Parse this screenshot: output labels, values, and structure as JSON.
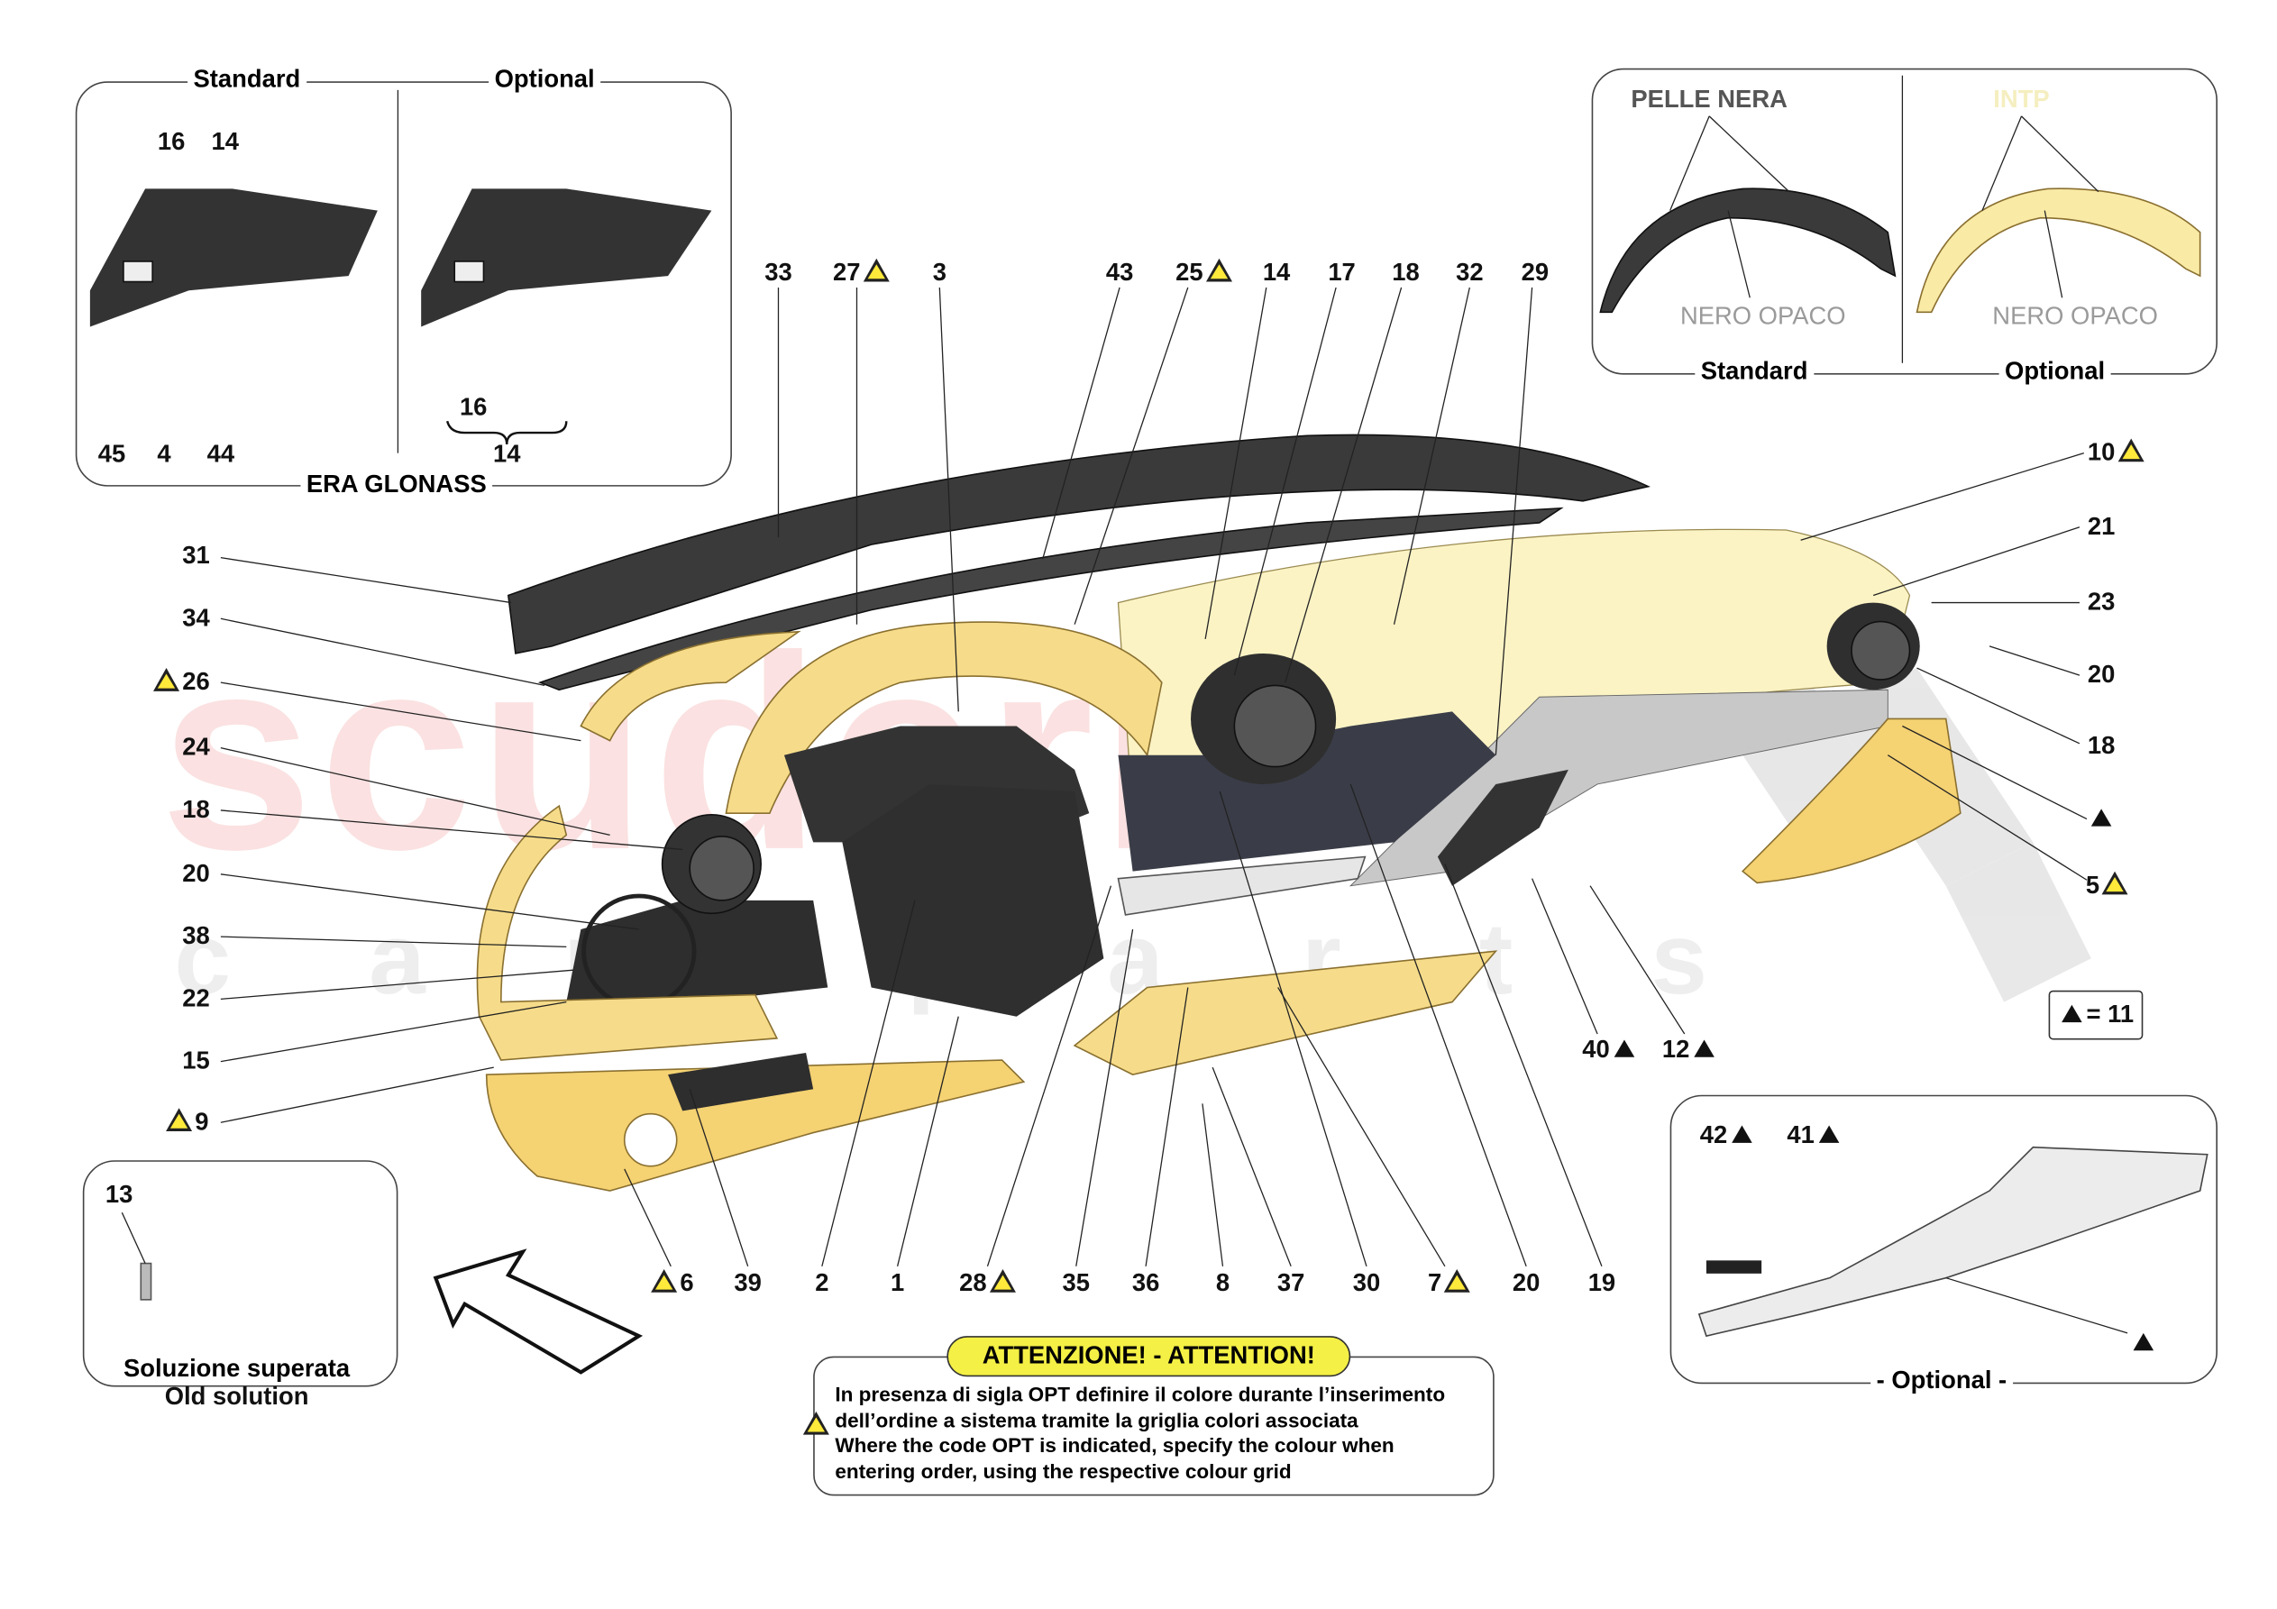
{
  "watermark": {
    "brand": "scuderia",
    "sub": "car parts"
  },
  "inset_era": {
    "standard": "Standard",
    "optional": "Optional",
    "footer": "ERA GLONASS",
    "labels": [
      "16",
      "14",
      "45",
      "4",
      "44",
      "16",
      "14"
    ]
  },
  "inset_color": {
    "pelle": "PELLE NERA",
    "intp": "INTP",
    "nero_std": "NERO OPACO",
    "nero_opt": "NERO OPACO",
    "standard": "Standard",
    "optional": "Optional"
  },
  "top_labels": [
    "33",
    "27",
    "3",
    "43",
    "25",
    "14",
    "17",
    "18",
    "32",
    "29"
  ],
  "left_labels": [
    "31",
    "34",
    "26",
    "24",
    "18",
    "20",
    "38",
    "22",
    "15",
    "9"
  ],
  "right_labels": [
    "10",
    "21",
    "23",
    "20",
    "18",
    "",
    "5"
  ],
  "mid_right": [
    "40",
    "12"
  ],
  "legend_box": "= 11",
  "bottom_labels": [
    "6",
    "39",
    "2",
    "1",
    "28",
    "35",
    "36",
    "8",
    "37",
    "30",
    "7",
    "20",
    "19"
  ],
  "old_solution": {
    "num": "13",
    "line1": "Soluzione superata",
    "line2": "Old solution"
  },
  "optional_inset": {
    "labels": [
      "42",
      "41"
    ],
    "footer": "- Optional -"
  },
  "attention": {
    "title": "ATTENZIONE! - ATTENTION!",
    "lines": [
      "In presenza di sigla OPT definire il colore durante l’inserimento",
      "dell’ordine a sistema tramite la griglia colori associata",
      "Where the code OPT is indicated, specify the colour when",
      "entering order, using the respective colour grid"
    ]
  },
  "colors": {
    "trim_yellow": "#f6dc8a",
    "dark_part": "#3a3a3a",
    "warning_yellow": "#ffe93b",
    "intp_text": "#f5eec0"
  }
}
